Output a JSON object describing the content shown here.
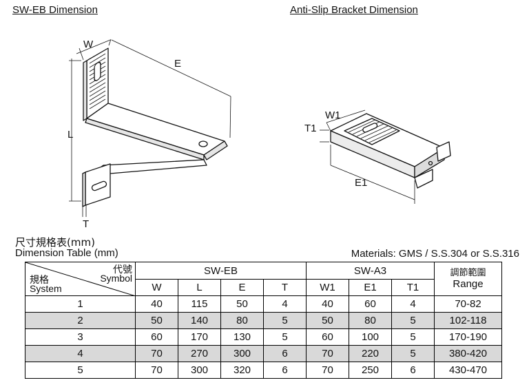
{
  "headings": {
    "left": "SW-EB Dimension",
    "right": "Anti-Slip Bracket Dimension"
  },
  "drawing_labels": {
    "w": "W",
    "e": "E",
    "l": "L",
    "t": "T",
    "w1": "W1",
    "t1": "T1",
    "e1": "E1"
  },
  "captions": {
    "chinese": "尺寸規格表(mm)",
    "english": "Dimension Table (mm)",
    "materials": "Materials: GMS / S.S.304 or S.S.316"
  },
  "table": {
    "corner": {
      "symbol_zh": "代號",
      "symbol_en": "Symbol",
      "system_zh": "規格",
      "system_en": "System"
    },
    "groups": [
      "SW-EB",
      "SW-A3"
    ],
    "range_header": {
      "zh": "調節範圍",
      "en": "Range"
    },
    "columns": [
      "W",
      "L",
      "E",
      "T",
      "W1",
      "E1",
      "T1"
    ],
    "rows": [
      {
        "system": "1",
        "values": [
          "40",
          "115",
          "50",
          "4",
          "40",
          "60",
          "4"
        ],
        "range": "70-82"
      },
      {
        "system": "2",
        "values": [
          "50",
          "140",
          "80",
          "5",
          "50",
          "80",
          "5"
        ],
        "range": "102-118"
      },
      {
        "system": "3",
        "values": [
          "60",
          "170",
          "130",
          "5",
          "60",
          "100",
          "5"
        ],
        "range": "170-190"
      },
      {
        "system": "4",
        "values": [
          "70",
          "270",
          "300",
          "6",
          "70",
          "220",
          "5"
        ],
        "range": "380-420"
      },
      {
        "system": "5",
        "values": [
          "70",
          "300",
          "320",
          "6",
          "70",
          "250",
          "6"
        ],
        "range": "430-470"
      }
    ]
  }
}
